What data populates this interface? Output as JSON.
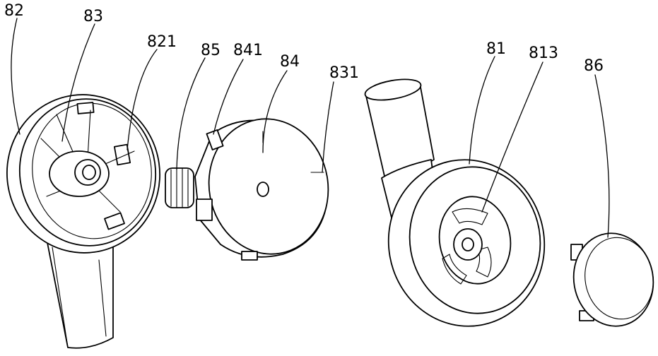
{
  "labels": {
    "l82": "82",
    "l83": "83",
    "l821": "821",
    "l85": "85",
    "l841": "841",
    "l84": "84",
    "l831": "831",
    "l81": "81",
    "l813": "813",
    "l86": "86"
  },
  "colors": {
    "line": "#000000",
    "background": "#ffffff"
  }
}
